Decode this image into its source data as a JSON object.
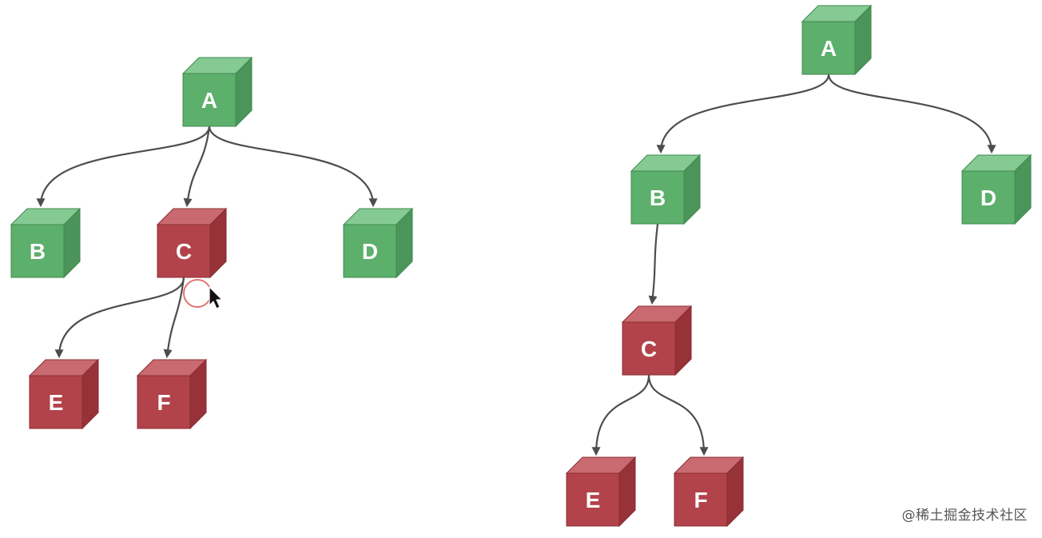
{
  "colors": {
    "green_front": "#5daf6c",
    "green_top": "#85c993",
    "green_side": "#4b955a",
    "green_stroke": "#3f8a4f",
    "red_front": "#b2434a",
    "red_top": "#c96a70",
    "red_side": "#963238",
    "red_stroke": "#8a2d33",
    "edge": "#4d4d4d",
    "cursor_ring": "#d9443f"
  },
  "trees": [
    {
      "id": "left-tree",
      "nodes": [
        {
          "id": "A",
          "label": "A",
          "color": "green"
        },
        {
          "id": "B",
          "label": "B",
          "color": "green"
        },
        {
          "id": "C",
          "label": "C",
          "color": "red"
        },
        {
          "id": "D",
          "label": "D",
          "color": "green"
        },
        {
          "id": "E",
          "label": "E",
          "color": "red"
        },
        {
          "id": "F",
          "label": "F",
          "color": "red"
        }
      ],
      "edges": [
        [
          "A",
          "B"
        ],
        [
          "A",
          "C"
        ],
        [
          "A",
          "D"
        ],
        [
          "C",
          "E"
        ],
        [
          "C",
          "F"
        ]
      ]
    },
    {
      "id": "right-tree",
      "nodes": [
        {
          "id": "A",
          "label": "A",
          "color": "green"
        },
        {
          "id": "B",
          "label": "B",
          "color": "green"
        },
        {
          "id": "D",
          "label": "D",
          "color": "green"
        },
        {
          "id": "C",
          "label": "C",
          "color": "red"
        },
        {
          "id": "E",
          "label": "E",
          "color": "red"
        },
        {
          "id": "F",
          "label": "F",
          "color": "red"
        }
      ],
      "edges": [
        [
          "A",
          "B"
        ],
        [
          "A",
          "D"
        ],
        [
          "B",
          "C"
        ],
        [
          "C",
          "E"
        ],
        [
          "C",
          "F"
        ]
      ]
    }
  ],
  "cursor": {
    "icon": "mouse-pointer-icon",
    "ring": "click-ring-icon"
  },
  "watermark": {
    "text": "@稀土掘金技术社区"
  }
}
